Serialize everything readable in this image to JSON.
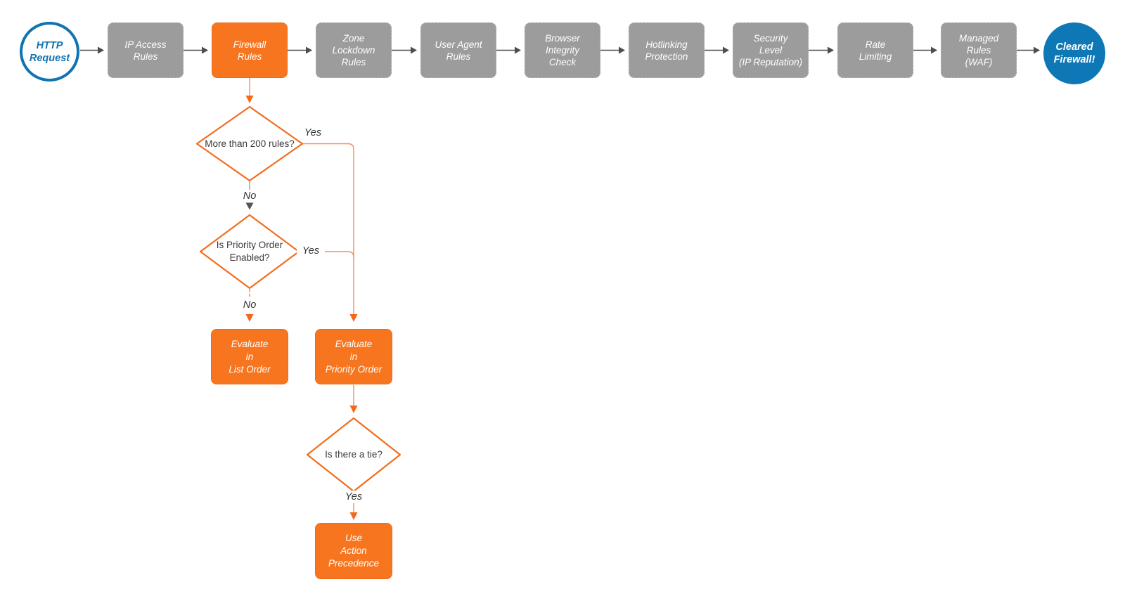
{
  "colors": {
    "orange": "#F7751E",
    "orange-stroke": "#F26D1D",
    "orange-line": "#F58E55",
    "gray-fill": "#9C9C9C",
    "blue": "#0E78B6",
    "blue-dark": "#1173B2",
    "dark-line": "#4D4D4D"
  },
  "pipeline": {
    "start": {
      "label": "HTTP\nRequest"
    },
    "stages": [
      {
        "label": "IP Access\nRules"
      },
      {
        "label": "Firewall\nRules"
      },
      {
        "label": "Zone\nLockdown\nRules"
      },
      {
        "label": "User Agent\nRules"
      },
      {
        "label": "Browser\nIntegrity\nCheck"
      },
      {
        "label": "Hotlinking\nProtection"
      },
      {
        "label": "Security\nLevel\n(IP Reputation)"
      },
      {
        "label": "Rate\nLimiting"
      },
      {
        "label": "Managed\nRules\n(WAF)"
      }
    ],
    "end": {
      "label": "Cleared\nFirewall!"
    }
  },
  "decisions": {
    "more_than_200": {
      "question": "More than\n200 rules?",
      "yes_label": "Yes",
      "no_label": "No"
    },
    "priority_order": {
      "question": "Is\nPriority Order\nEnabled?",
      "yes_label": "Yes",
      "no_label": "No"
    },
    "tie": {
      "question": "Is there a tie?",
      "yes_label": "Yes"
    }
  },
  "actions": {
    "evaluate_list": {
      "label": "Evaluate\nin\nList Order"
    },
    "evaluate_priority": {
      "label": "Evaluate\nin\nPriority Order"
    },
    "use_action_precedence": {
      "label": "Use\nAction\nPrecedence"
    }
  }
}
